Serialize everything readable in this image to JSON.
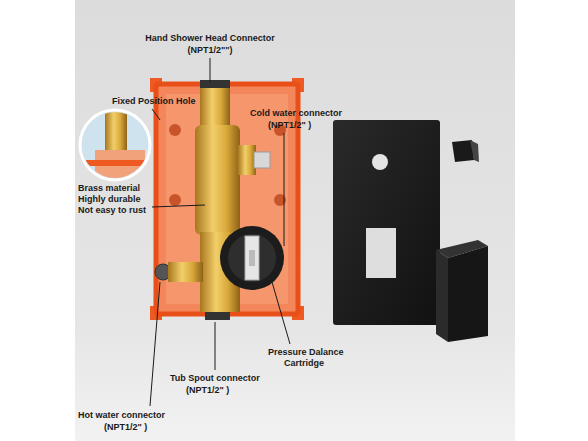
{
  "diagram": {
    "labels": [
      "Hand Shower Head Connector",
      "(NPT1/2\"\")",
      "Fixed Position Hole",
      "Brass material",
      "Highly durable",
      "Not easy to rust",
      "Cold water connector",
      "(NPT1/2\" )",
      "Pressure Dalance",
      "Cartridge",
      "Tub Spout connector",
      "(NPT1/2\" )",
      "Hot water connector",
      "(NPT1/2\" )"
    ]
  }
}
